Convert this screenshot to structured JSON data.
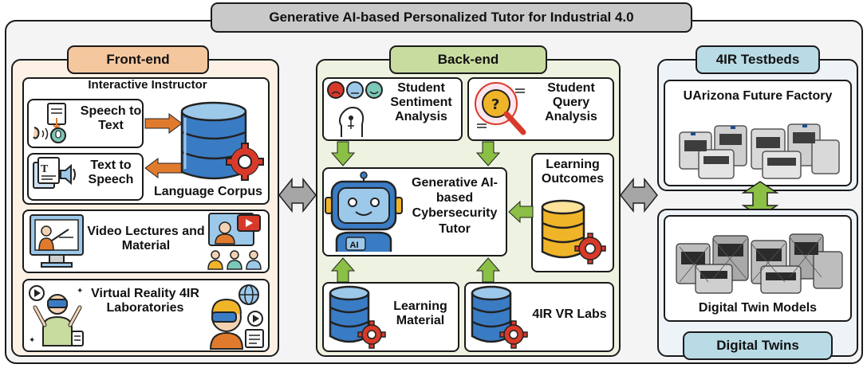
{
  "title": "Generative AI-based Personalized Tutor for Industrial 4.0",
  "frontend": {
    "label": "Front-end",
    "instructor_title": "Interactive Instructor",
    "speech_to_text": "Speech to Text",
    "text_to_speech": "Text to Speech",
    "language_corpus": "Language Corpus",
    "video_lectures": "Video Lectures and Material",
    "vr_labs": "Virtual Reality 4IR Laboratories"
  },
  "backend": {
    "label": "Back-end",
    "sentiment": "Student Sentiment Analysis",
    "query": "Student Query Analysis",
    "tutor": "Generative AI-based Cybersecurity Tutor",
    "ai_badge": "AI",
    "learning_outcomes": "Learning Outcomes",
    "learning_material": "Learning Material",
    "vr_labs": "4IR VR Labs"
  },
  "testbeds": {
    "label": "4IR Testbeds",
    "factory": "UArizona Future Factory",
    "twin_models": "Digital Twin Models",
    "twins_label": "Digital Twins"
  },
  "colors": {
    "frontend_bg": "#fdf1e6",
    "frontend_pill": "#f5c79e",
    "backend_bg": "#eef3e1",
    "backend_pill": "#c9dca0",
    "testbed_bg": "#eef3f8",
    "testbed_pill": "#b9dbe6",
    "title_pill": "#c9c9c9",
    "orange_arrow": "#e07b2e",
    "green_arrow": "#8bbf45",
    "gray_arrow": "#a6a6a6",
    "db_blue": "#3a7cc4",
    "gear_red": "#d83a2a"
  }
}
